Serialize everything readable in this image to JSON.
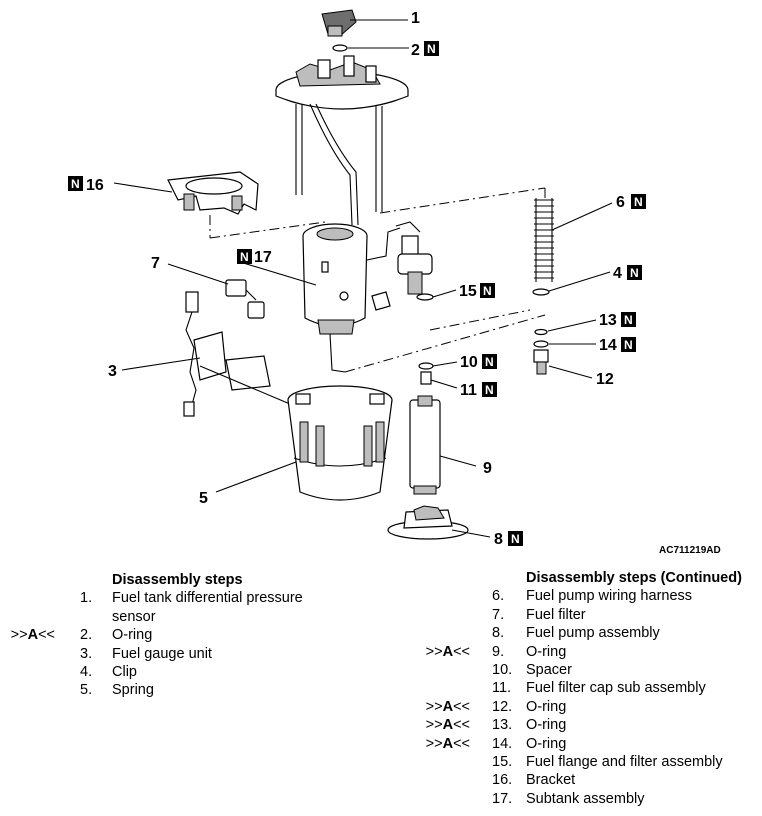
{
  "figure_id": "AC711219AD",
  "new_part_mark": "N",
  "callouts": {
    "c1": "1",
    "c2": "2",
    "c4": "4",
    "c6": "6",
    "c7": "7",
    "c3": "3",
    "c5": "5",
    "c8": "8",
    "c9": "9",
    "c10": "10",
    "c11": "11",
    "c12": "12",
    "c13": "13",
    "c14": "14",
    "c15": "15",
    "c16": "16",
    "c17": "17"
  },
  "steps_left": {
    "heading": "Disassembly steps",
    "items": [
      {
        "marker": "",
        "num": "1.",
        "text": "Fuel tank differential pressure",
        "text2": "sensor"
      },
      {
        "marker_pre": ">>",
        "marker_a": "A",
        "marker_post": "<<",
        "num": "2.",
        "text": "O-ring"
      },
      {
        "num": "3.",
        "text": "Fuel gauge unit"
      },
      {
        "num": "4.",
        "text": "Clip"
      },
      {
        "num": "5.",
        "text": "Spring"
      }
    ]
  },
  "steps_right": {
    "heading": "Disassembly steps (Continued)",
    "items": [
      {
        "num": "6.",
        "text": "Fuel pump wiring harness"
      },
      {
        "num": "7.",
        "text": "Fuel filter"
      },
      {
        "num": "8.",
        "text": "Fuel pump assembly"
      },
      {
        "marker_pre": ">>",
        "marker_a": "A",
        "marker_post": "<<",
        "num": "9.",
        "text": "O-ring"
      },
      {
        "num": "10.",
        "text": "Spacer"
      },
      {
        "num": "11.",
        "text": "Fuel filter cap sub assembly"
      },
      {
        "marker_pre": ">>",
        "marker_a": "A",
        "marker_post": "<<",
        "num": "12.",
        "text": "O-ring"
      },
      {
        "marker_pre": ">>",
        "marker_a": "A",
        "marker_post": "<<",
        "num": "13.",
        "text": "O-ring"
      },
      {
        "marker_pre": ">>",
        "marker_a": "A",
        "marker_post": "<<",
        "num": "14.",
        "text": "O-ring"
      },
      {
        "num": "15.",
        "text": "Fuel flange and filter assembly"
      },
      {
        "num": "16.",
        "text": "Bracket"
      },
      {
        "num": "17.",
        "text": "Subtank assembly"
      }
    ]
  }
}
